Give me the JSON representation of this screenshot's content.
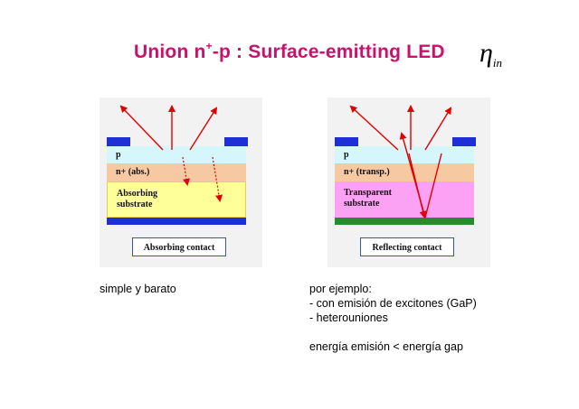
{
  "title": {
    "prefix": "Union n",
    "sup": "+",
    "suffix": "-p : Surface-emitting LED"
  },
  "symbol": {
    "main": "η",
    "sub": "in"
  },
  "left_diagram": {
    "layer_p": "p",
    "layer_n": "n+ (abs.)",
    "substrate_line1": "Absorbing",
    "substrate_line2": "substrate",
    "contact_label": "Absorbing contact"
  },
  "right_diagram": {
    "layer_p": "p",
    "layer_n": "n+ (transp.)",
    "substrate_line1": "Transparent",
    "substrate_line2": "substrate",
    "contact_label": "Reflecting contact"
  },
  "left_note": "simple y barato",
  "right_notes": {
    "line1": "por ejemplo:",
    "line2": "- con emisión de excitones (GaP)",
    "line3": "- heterouniones",
    "line4": "energía emisión < energía gap"
  },
  "colors": {
    "title": "#c8126e",
    "arrow": "#e00000",
    "contact_absorbing": "#1f2fd6",
    "contact_reflecting": "#2a8a31",
    "layer_p": "#d5f6fb",
    "layer_n": "#f7c9a3",
    "substrate_absorbing": "#ffff99",
    "substrate_transparent": "#fca2f5"
  }
}
